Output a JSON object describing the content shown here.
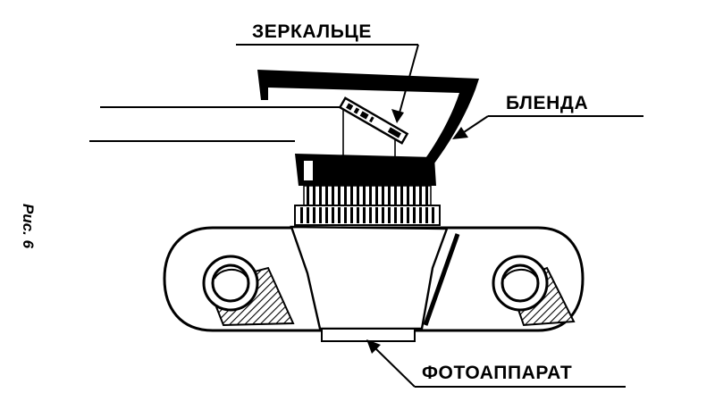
{
  "figure": {
    "caption": "Рис. 6",
    "ink_color": "#000000",
    "paper_color": "#ffffff"
  },
  "labels": {
    "mirror": "ЗЕРКАЛЬЦЕ",
    "hood": "БЛЕНДА",
    "camera": "ФОТОАППАРАТ"
  }
}
